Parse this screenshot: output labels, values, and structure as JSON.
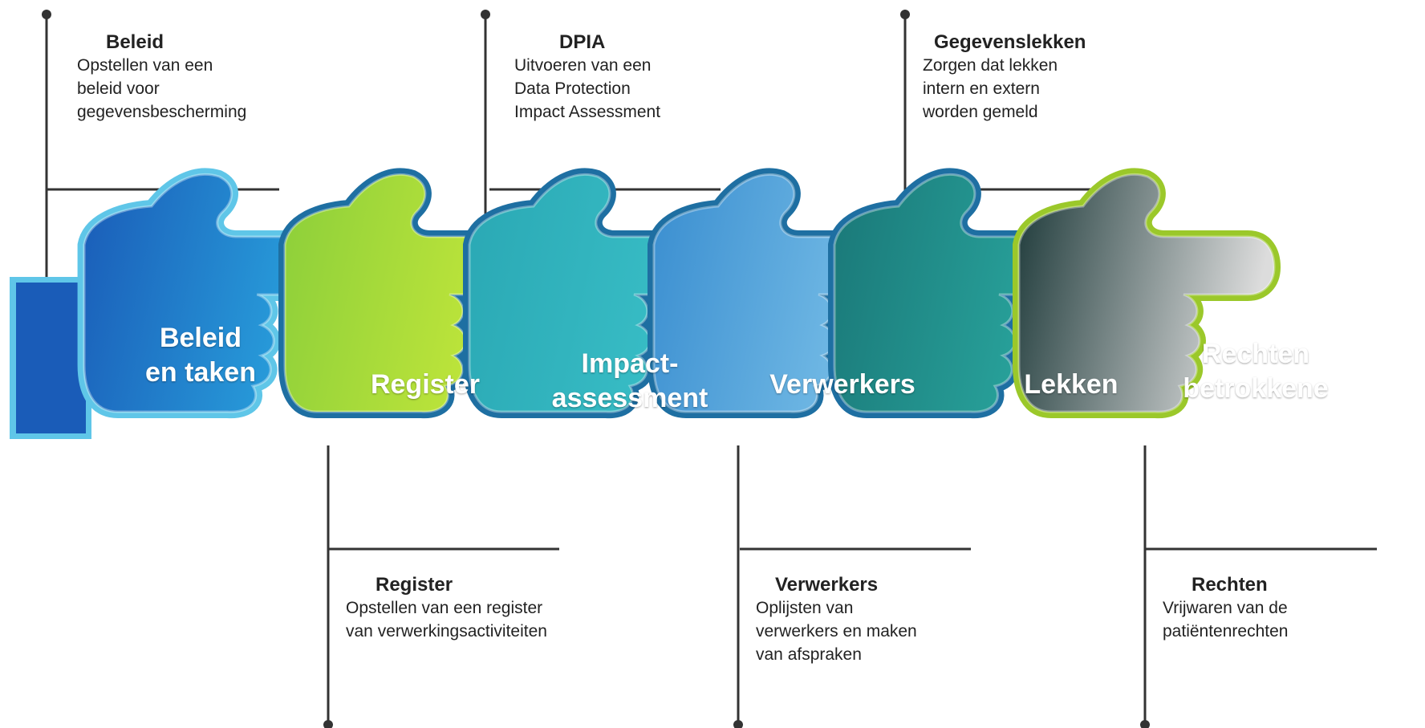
{
  "hands": [
    {
      "label": "Beleid\nen taken",
      "color_light": "#2aa7e0",
      "color_dark": "#1a5cb8",
      "rim": "#5fc6e8"
    },
    {
      "label": "Register",
      "color_light": "#c6e83a",
      "color_dark": "#8ccf3a",
      "rim": "#1e6fa2"
    },
    {
      "label": "Impact-\nassessment",
      "color_light": "#3ac0c8",
      "color_dark": "#2aa8b4",
      "rim": "#1e6fa2"
    },
    {
      "label": "Verwerkers",
      "color_light": "#7ac0e8",
      "color_dark": "#3a8ed0",
      "rim": "#1e6fa2"
    },
    {
      "label": "Lekken",
      "color_light": "#2aa8a0",
      "color_dark": "#1a7878",
      "rim": "#1e6fa2"
    },
    {
      "label": "Rechten\nbetrokkene",
      "color_light": "#dcdcdc",
      "color_dark": "#1e3a3a",
      "rim": "#9bc82a"
    }
  ],
  "annotations_top": [
    {
      "title": "Beleid",
      "description": "Opstellen van een\nbeleid voor\ngegevensbescherming"
    },
    {
      "title": "DPIA",
      "description": "Uitvoeren van een\nData Protection\nImpact Assessment"
    },
    {
      "title": "Gegevenslekken",
      "description": "Zorgen dat lekken\nintern en extern\nworden gemeld"
    }
  ],
  "annotations_bottom": [
    {
      "title": "Register",
      "description": "Opstellen van een register\nvan verwerkingsactiviteiten"
    },
    {
      "title": "Verwerkers",
      "description": "Oplijsten van\nverwerkers en maken\nvan afspraken"
    },
    {
      "title": "Rechten",
      "description": "Vrijwaren van de\npatiëntenrechten"
    }
  ]
}
